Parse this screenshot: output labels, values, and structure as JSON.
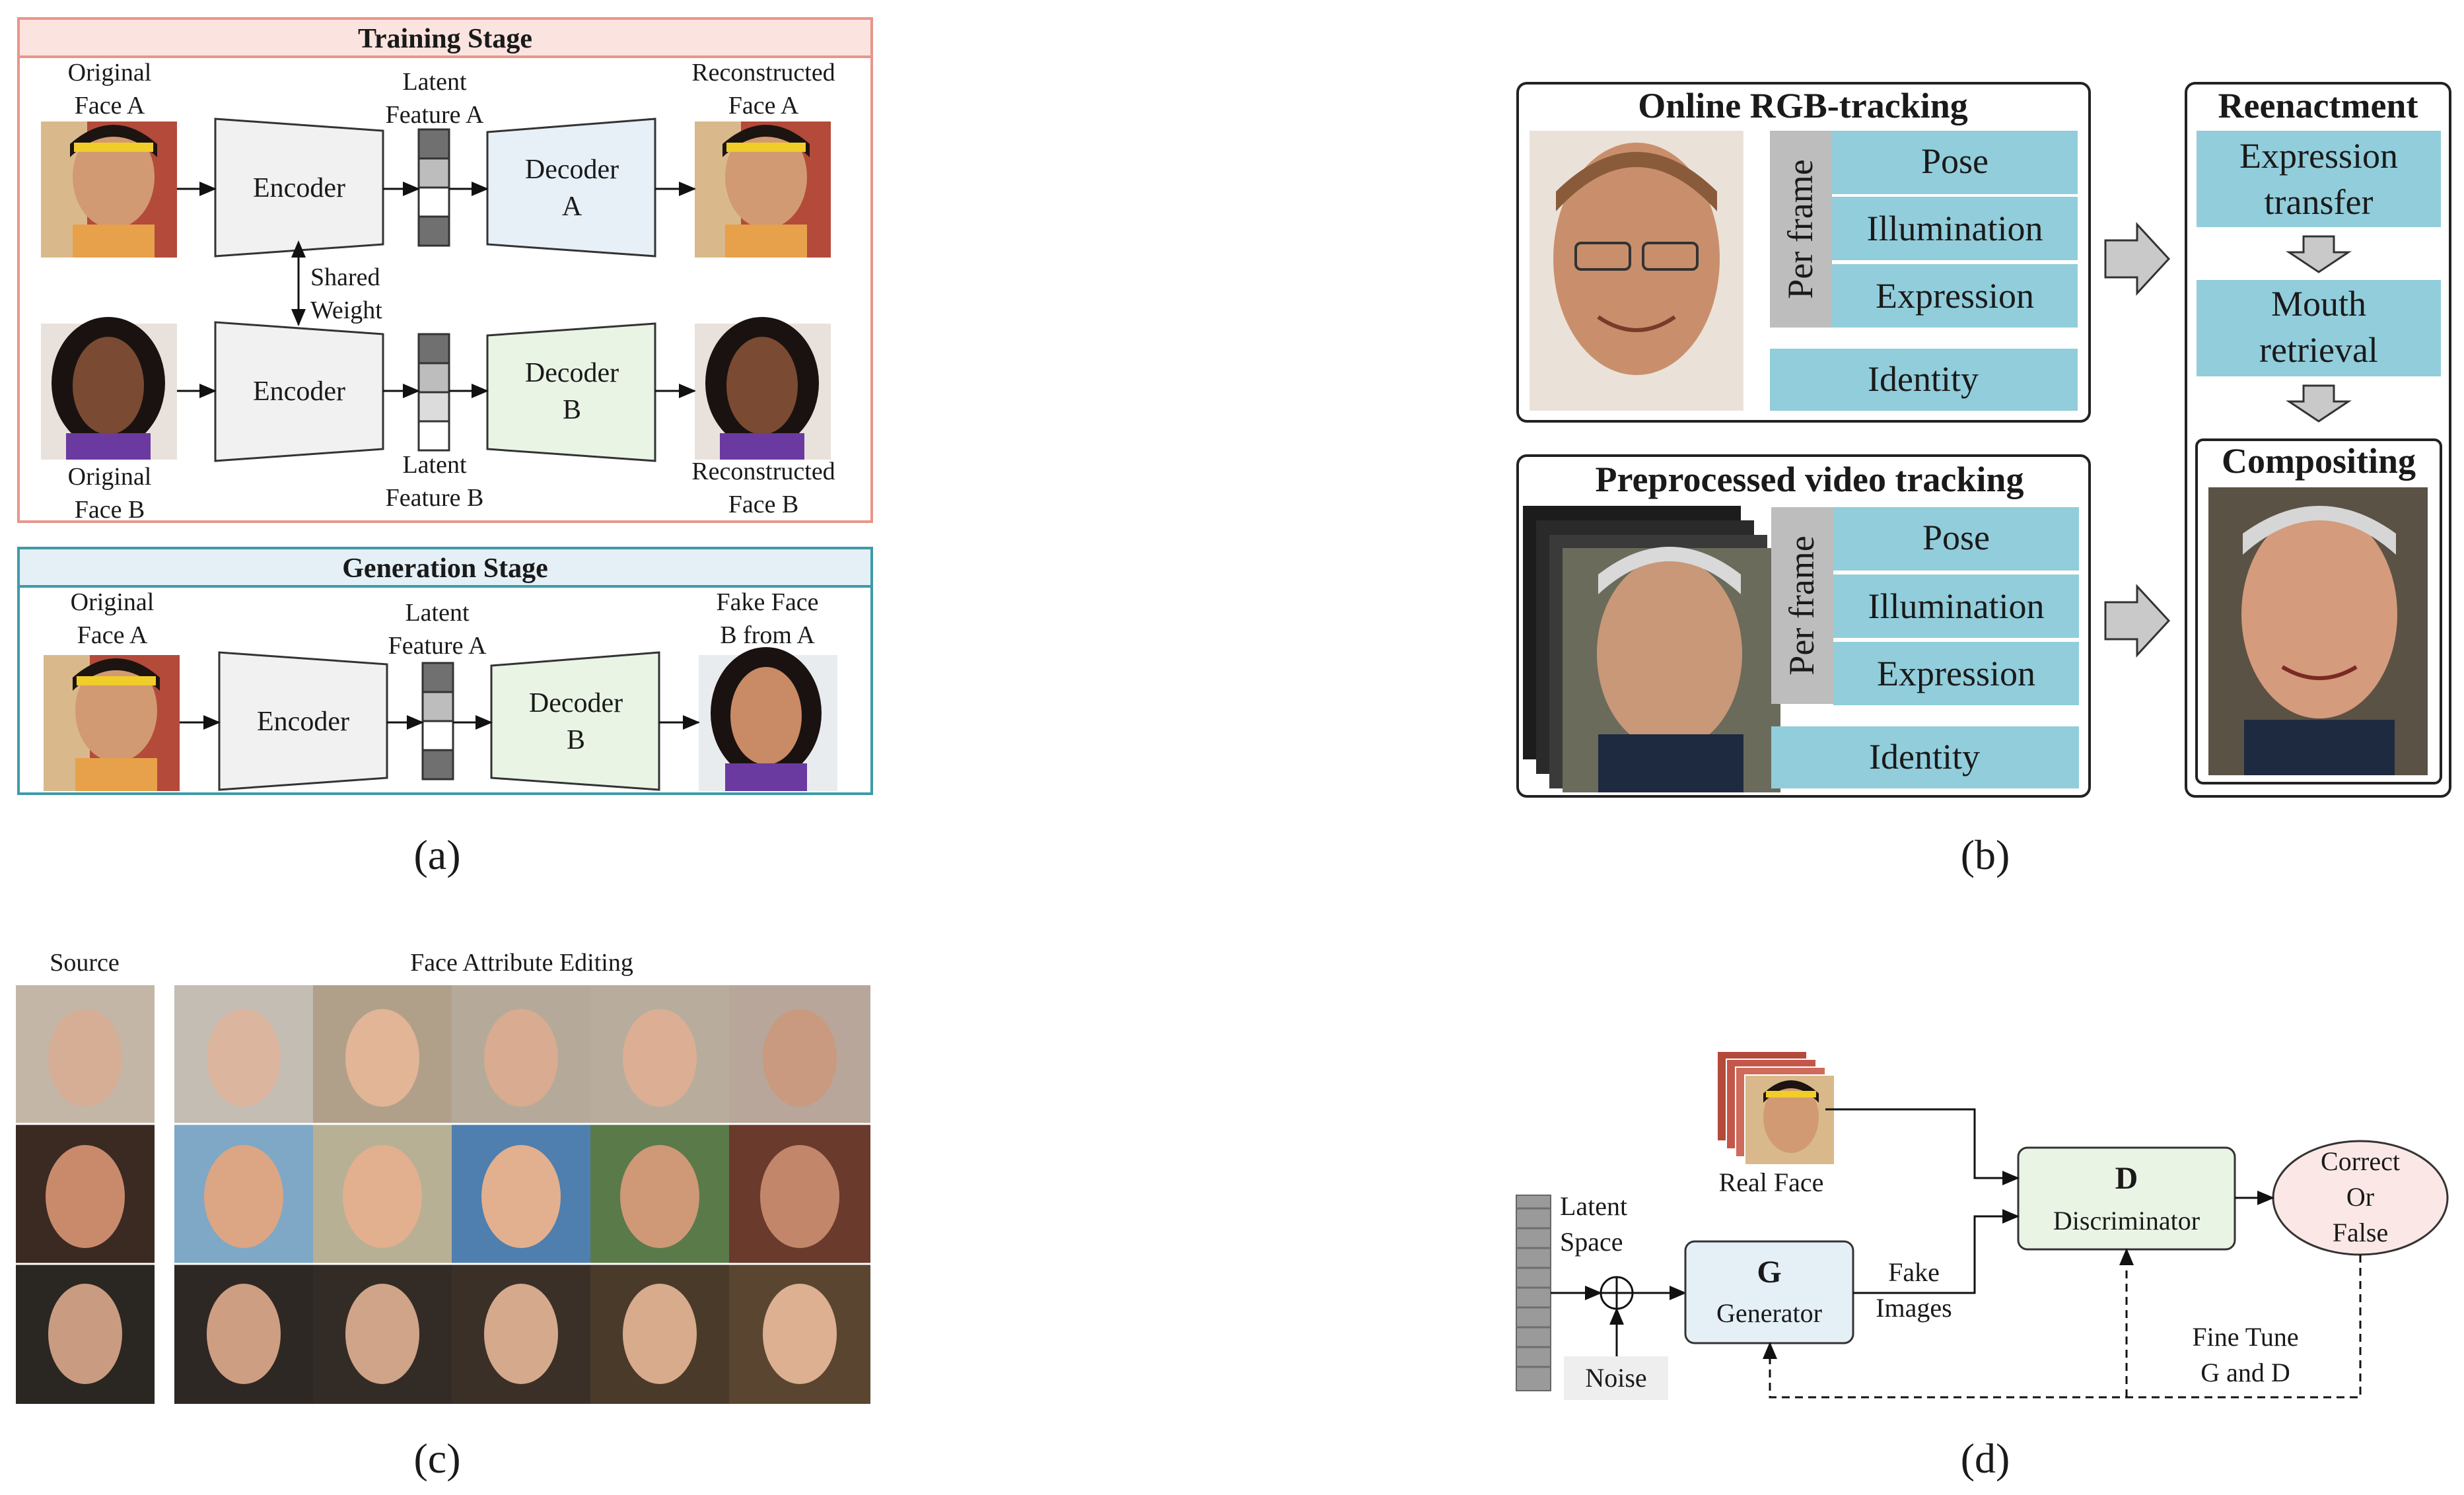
{
  "panel_a": {
    "training_title": "Training Stage",
    "generation_title": "Generation Stage",
    "orig_face_a": [
      "Original",
      "Face A"
    ],
    "latent_a": [
      "Latent",
      "Feature A"
    ],
    "recon_a": [
      "Reconstructed",
      "Face A"
    ],
    "orig_face_b": [
      "Original",
      "Face B"
    ],
    "latent_b": [
      "Latent",
      "Feature B"
    ],
    "recon_b": [
      "Reconstructed",
      "Face B"
    ],
    "encoder": "Encoder",
    "decoder_a": [
      "Decoder",
      "A"
    ],
    "decoder_b": [
      "Decoder",
      "B"
    ],
    "shared_weight": [
      "Shared",
      "Weight"
    ],
    "fake_face": [
      "Fake Face",
      "B from A"
    ],
    "label": "(a)"
  },
  "panel_b": {
    "online_title": "Online RGB-tracking",
    "preprocessed_title": "Preprocessed video tracking",
    "per_frame": "Per frame",
    "pose": "Pose",
    "illumination": "Illumination",
    "expression": "Expression",
    "identity": "Identity",
    "reenactment_title": "Reenactment",
    "expression_transfer": [
      "Expression",
      "transfer"
    ],
    "mouth_retrieval": [
      "Mouth",
      "retrieval"
    ],
    "compositing": "Compositing",
    "label": "(b)"
  },
  "panel_c": {
    "source": "Source",
    "editing": "Face Attribute Editing",
    "label": "(c)"
  },
  "panel_d": {
    "real_face": "Real Face",
    "latent_space": [
      "Latent",
      "Space"
    ],
    "noise": "Noise",
    "g_letter": "G",
    "generator": "Generator",
    "fake_images": [
      "Fake",
      "Images"
    ],
    "d_letter": "D",
    "discriminator": "Discriminator",
    "decision": [
      "Correct",
      "Or",
      "False"
    ],
    "fine_tune": [
      "Fine Tune",
      "G and D"
    ],
    "label": "(d)"
  },
  "colors": {
    "training_border": "#e8968a",
    "training_fill": "#fbe3df",
    "generation_border": "#3e9aa8",
    "generation_fill": "#e4eff6",
    "encoder_fill": "#f1f1f1",
    "decoder_a_fill": "#e7f0f7",
    "decoder_b_fill": "#e9f4e5",
    "cyan_box": "#92cddb",
    "gray_bar": "#bdbdbd",
    "decision_fill": "#fbe8e6"
  }
}
